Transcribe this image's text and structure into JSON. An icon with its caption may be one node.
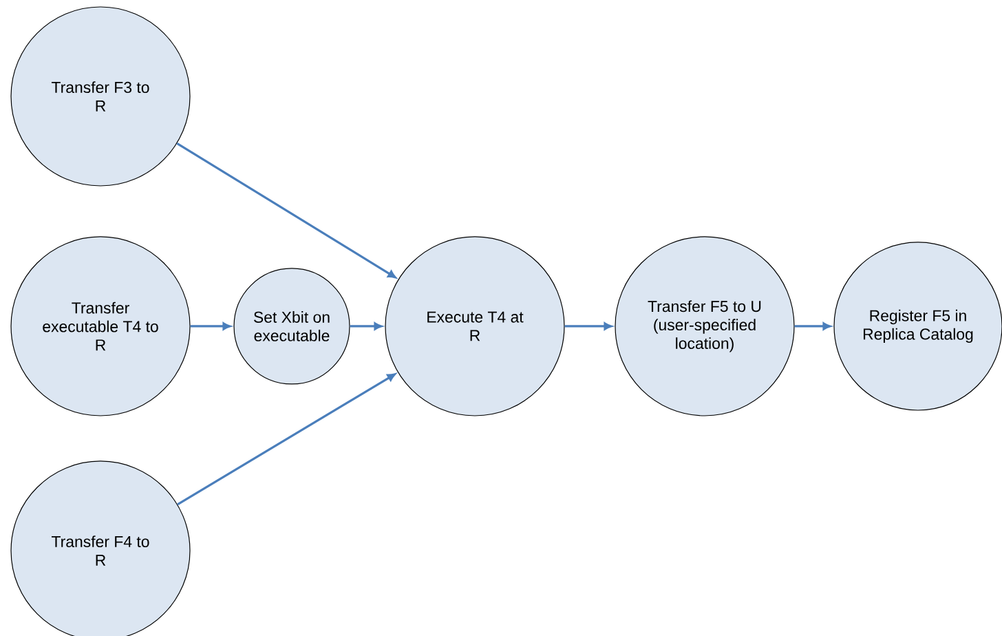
{
  "diagram": {
    "nodes": [
      {
        "text": [
          "Transfer F3 to R"
        ]
      },
      {
        "text": [
          "Transfer executable T4 to R"
        ]
      },
      {
        "text": [
          "Set Xbit on executable"
        ]
      },
      {
        "text": [
          "Transfer F4 to R"
        ]
      },
      {
        "text": [
          "Execute T4 at R"
        ]
      },
      {
        "text": [
          "Transfer F5 to U (user-specified location)"
        ]
      },
      {
        "text": [
          "Register F5 in Replica Catalog"
        ]
      }
    ],
    "edges": [
      {
        "from": 0,
        "to": 4,
        "arrow": "to"
      },
      {
        "from": 1,
        "to": 2,
        "arrow": "to"
      },
      {
        "from": 2,
        "to": 4,
        "arrow": "to"
      },
      {
        "from": 3,
        "to": 4,
        "arrow": "to"
      },
      {
        "from": 4,
        "to": 5,
        "arrow": "to"
      },
      {
        "from": 5,
        "to": 6,
        "arrow": "to"
      }
    ]
  }
}
